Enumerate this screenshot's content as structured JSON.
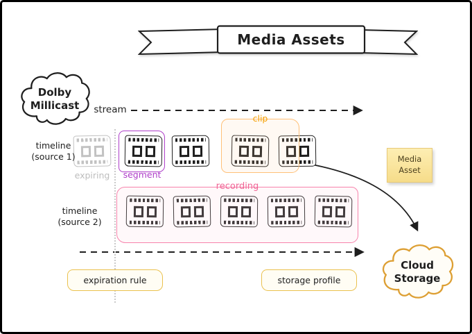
{
  "banner": {
    "title": "Media Assets"
  },
  "clouds": {
    "source": {
      "label": "Dolby\nMillicast"
    },
    "destination": {
      "label": "Cloud\nStorage"
    }
  },
  "stream": {
    "label": "stream"
  },
  "timelines": {
    "source1": {
      "label": "timeline\n(source 1)",
      "frame_count": 5
    },
    "source2": {
      "label": "timeline\n(source 2)",
      "frame_count": 5
    }
  },
  "annotations": {
    "expiring": {
      "label": "expiring",
      "color": "#bdbdbd"
    },
    "segment": {
      "label": "segment",
      "color": "#ae3ec9"
    },
    "clip": {
      "label": "clip",
      "color": "#f59f00"
    },
    "recording": {
      "label": "recording",
      "color": "#f06595"
    }
  },
  "sticky_note": {
    "label": "Media\nAsset",
    "color": "#ffe9a2"
  },
  "rule_boxes": {
    "expiration": {
      "label": "expiration rule",
      "border_color": "#eac14e"
    },
    "storage": {
      "label": "storage profile",
      "border_color": "#eac14e"
    }
  },
  "palette": {
    "ink": "#1e1e1e",
    "gray": "#c2c2c2",
    "purple": "#ae3ec9",
    "orange": "#ffc078",
    "pink": "#f783ac",
    "yellow": "#eac14e",
    "cloud_storage_stroke": "#dd9f33"
  }
}
